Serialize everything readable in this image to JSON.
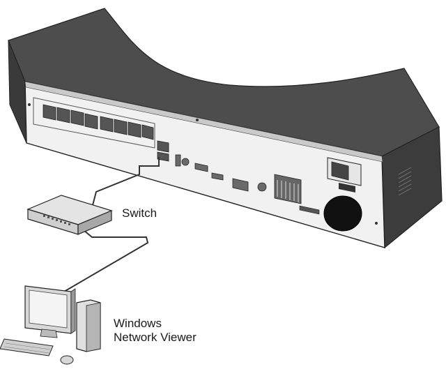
{
  "labels": {
    "switch": "Switch",
    "viewer_line1": "Windows",
    "viewer_line2": "Network Viewer"
  },
  "devices": [
    {
      "name": "nvr-recorder",
      "lan_ports": 8,
      "uplink_ports": 2
    },
    {
      "name": "network-switch"
    },
    {
      "name": "windows-pc"
    }
  ],
  "colors": {
    "chassis_top": "#4a4a4a",
    "chassis_side": "#3a3a3a",
    "rear_panel": "#f2f2f2",
    "port": "#5a5a5a",
    "cable": "#333333"
  }
}
